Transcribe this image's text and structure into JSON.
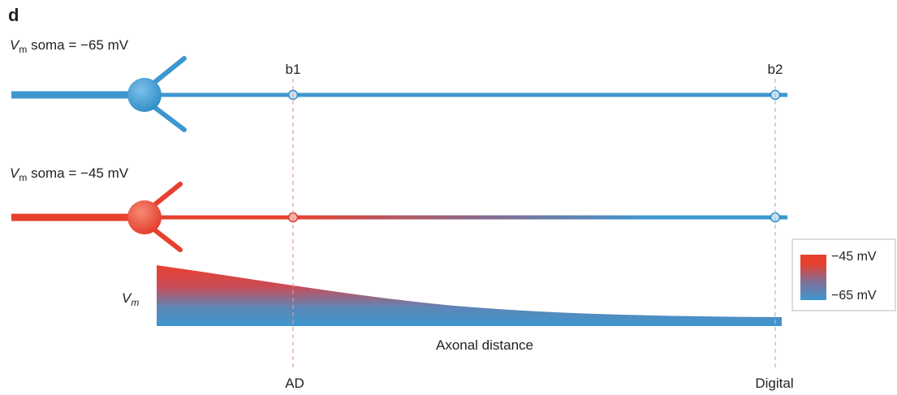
{
  "panel_label": "d",
  "rows": [
    {
      "var": "V",
      "sub": "m",
      "suffix": " soma = −65 mV",
      "color": "#3d97cf"
    },
    {
      "var": "V",
      "sub": "m",
      "suffix": " soma = −45 mV",
      "color_soma": "#e8402e",
      "color_axon_end": "#3d97cf"
    }
  ],
  "boutons": {
    "b1": "b1",
    "b2": "b2"
  },
  "bottom_labels": {
    "ad": "AD",
    "digital": "Digital"
  },
  "plot": {
    "y_var": "V",
    "y_sub": "m",
    "x_label": "Axonal distance",
    "shape": "exponential decay"
  },
  "legend": {
    "high": "−45 mV",
    "low": "−65 mV",
    "high_color": "#e8402e",
    "low_color": "#3d97cf"
  }
}
